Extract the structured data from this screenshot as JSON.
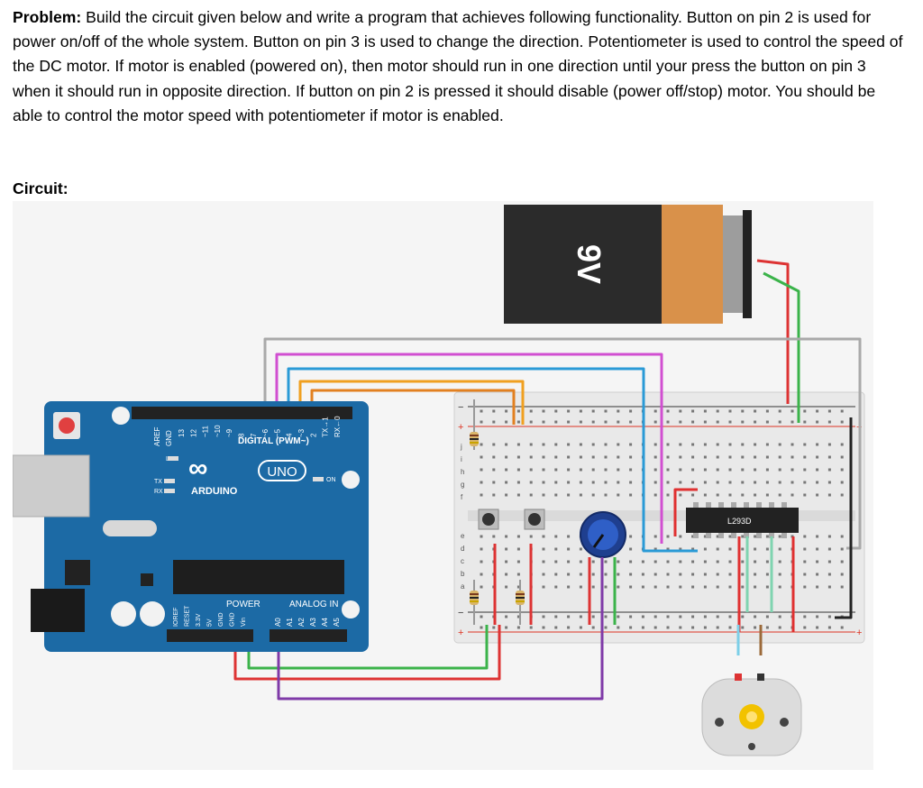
{
  "problem": {
    "label": "Problem:",
    "text": "Build the circuit given below and write a program that achieves following functionality. Button on pin 2 is used for power on/off of the whole system. Button on pin 3 is used to change the direction. Potentiometer is used to control the speed of the DC motor. If motor is enabled (powered on), then motor should run in one direction until your press the button on pin 3 when it should run in opposite direction. If button on pin 2 is pressed it should disable (power off/stop) motor. You should be able to control the motor speed with potentiometer if motor is enabled."
  },
  "circuit_heading": "Circuit:",
  "diagram": {
    "battery_label": "9V",
    "arduino": {
      "brand": "ARDUINO",
      "model": "UNO",
      "digital_label": "DIGITAL (PWM~)",
      "power_label": "POWER",
      "analog_label": "ANALOG IN",
      "on_label": "ON",
      "tx": "TX",
      "rx": "RX",
      "l": "L",
      "aref": "AREF",
      "gnd": "GND",
      "pins_digital": [
        "13",
        "12",
        "~11",
        "~10",
        "~9",
        "8",
        "7",
        "~6",
        "~5",
        "4",
        "~3",
        "2",
        "TX→1",
        "RX←0"
      ],
      "pins_power": [
        "IOREF",
        "RESET",
        "3.3V",
        "5V",
        "GND",
        "GND",
        "Vin"
      ],
      "pins_analog": [
        "A0",
        "A1",
        "A2",
        "A3",
        "A4",
        "A5"
      ]
    },
    "chip_label": "L293D",
    "breadboard": {
      "rows_top": [
        "f",
        "g",
        "h",
        "i",
        "j"
      ],
      "rows_bottom": [
        "a",
        "b",
        "c",
        "d",
        "e"
      ],
      "plus": "+",
      "minus": "−"
    }
  }
}
